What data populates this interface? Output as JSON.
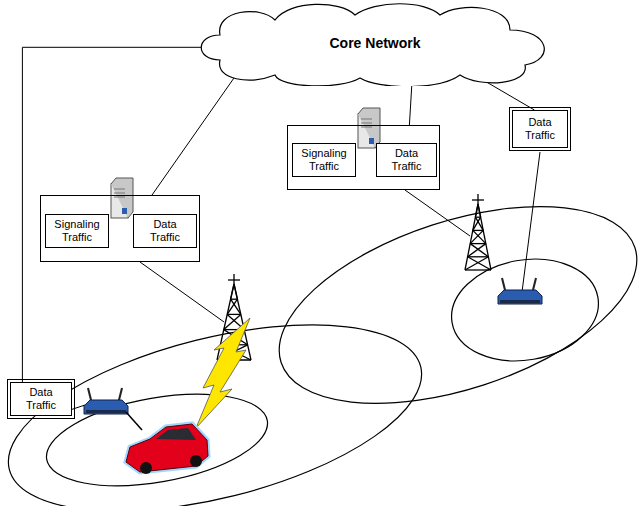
{
  "diagram": {
    "nodes": [
      {
        "text": [
          "Core Network"
        ]
      },
      {
        "text": []
      },
      {
        "text": [
          "Signaling Traffic"
        ],
        "in": 1
      },
      {
        "text": [
          "Data Traffic"
        ],
        "in": 1
      },
      {
        "text": []
      },
      {
        "text": [
          "Signaling Traffic"
        ],
        "in": 4
      },
      {
        "text": [
          "Data Traffic"
        ],
        "in": 4
      },
      {
        "text": [
          "Data Traffic"
        ]
      },
      {
        "text": [
          "Data Traffic"
        ]
      }
    ],
    "edges": [
      {
        "from": 1,
        "to": 0,
        "arrow": "none"
      },
      {
        "from": 4,
        "to": 0,
        "arrow": "none"
      },
      {
        "from": 7,
        "to": 0,
        "arrow": "none"
      },
      {
        "from": 8,
        "to": 0,
        "arrow": "none"
      }
    ]
  }
}
